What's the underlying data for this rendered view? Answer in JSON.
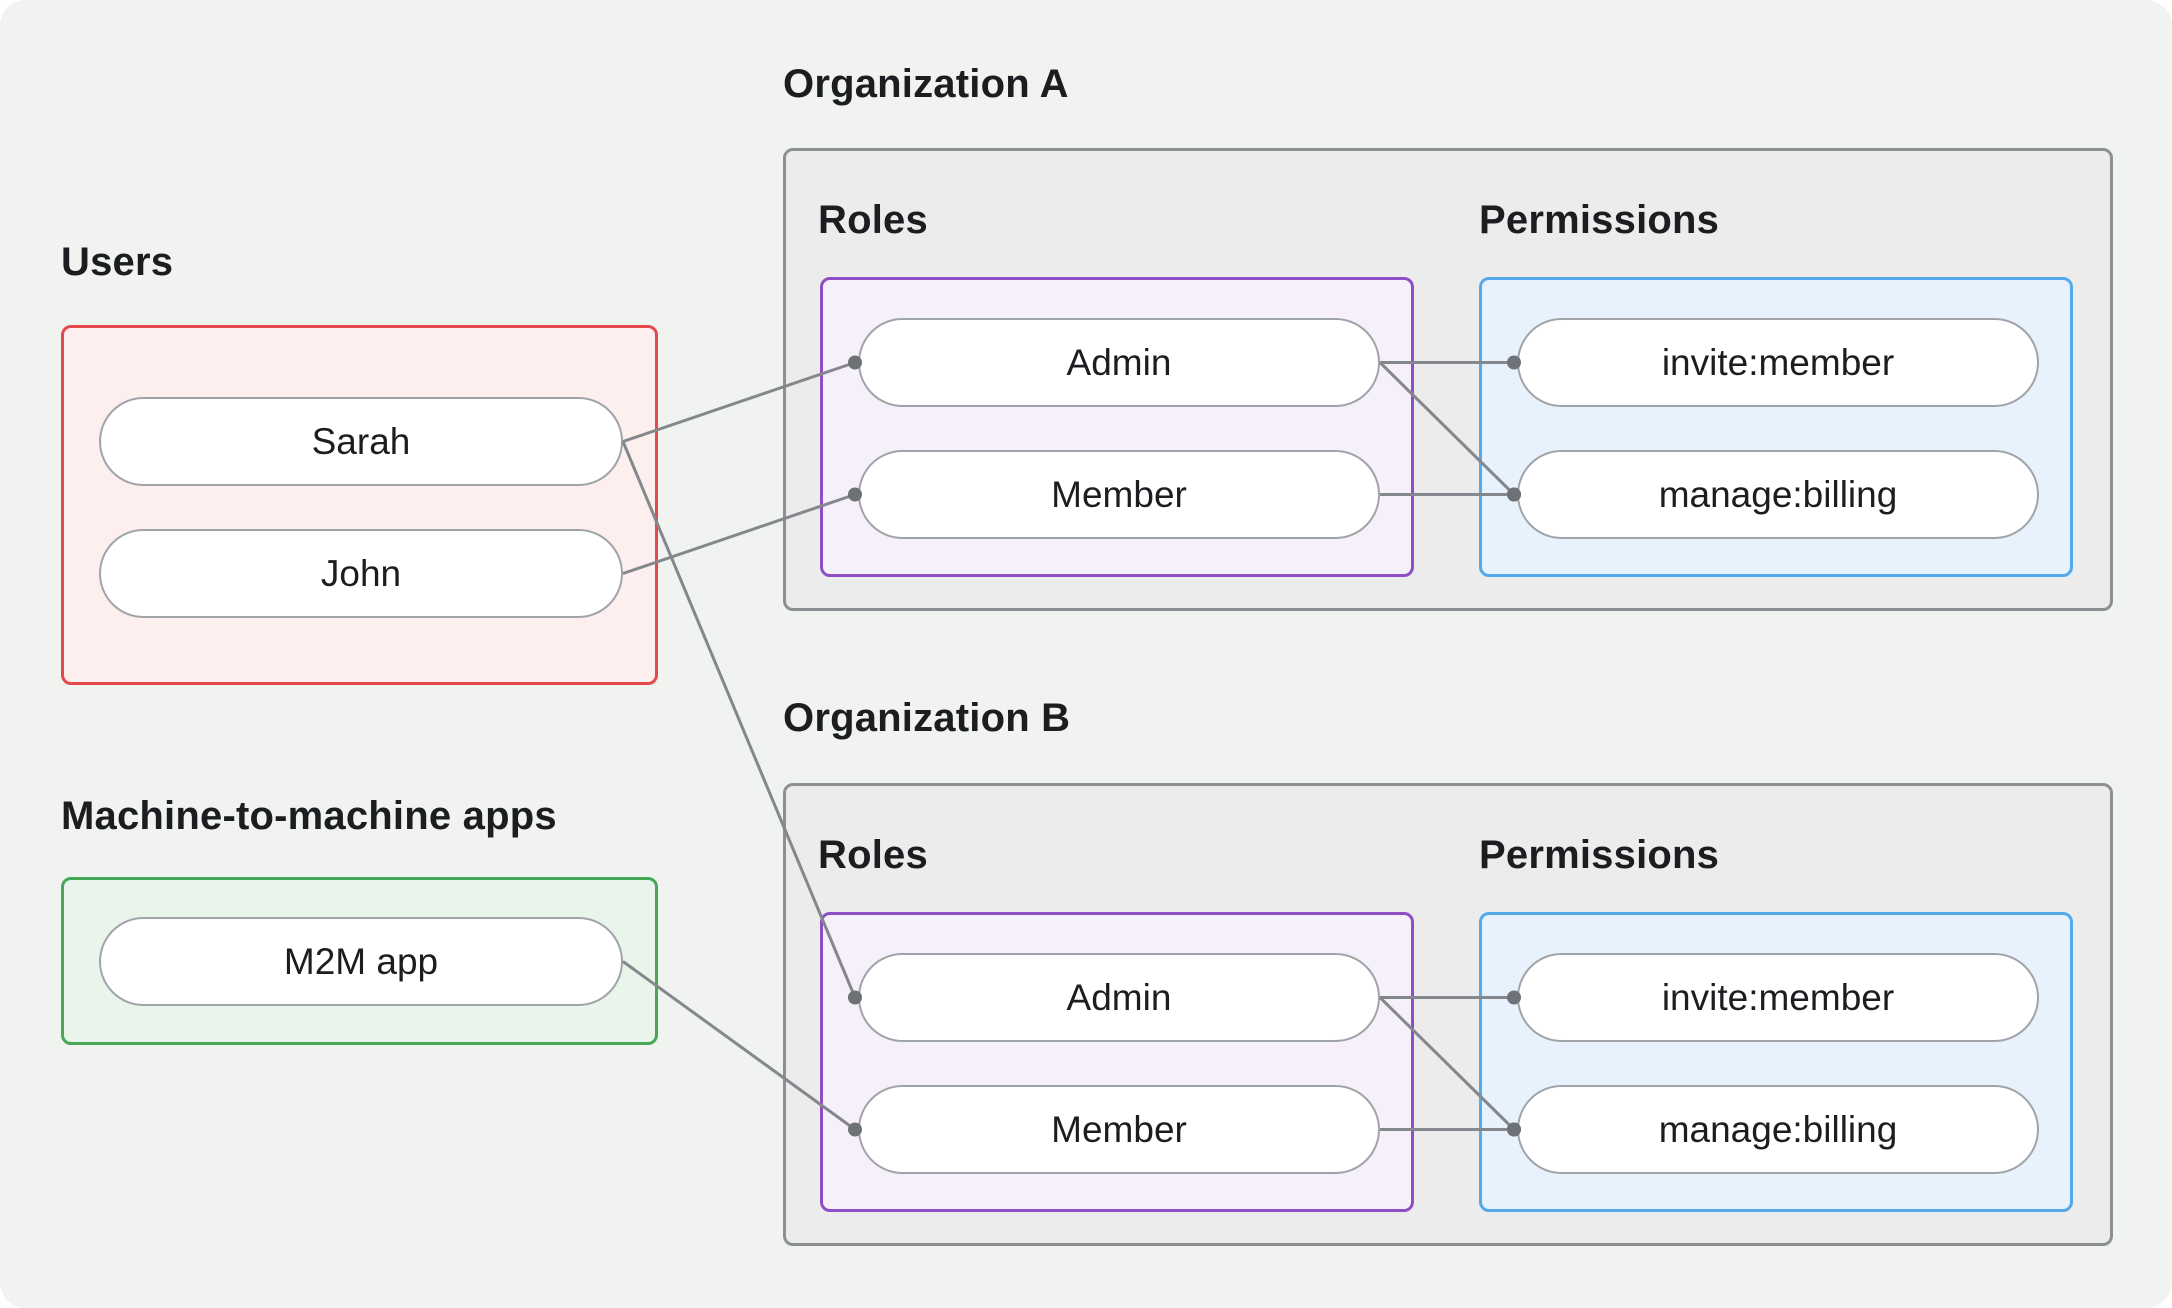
{
  "users": {
    "label": "Users",
    "border_color": "#e5484d",
    "fill_color": "#fcefed",
    "items": [
      {
        "id": "sarah",
        "label": "Sarah"
      },
      {
        "id": "john",
        "label": "John"
      }
    ]
  },
  "m2m": {
    "label": "Machine-to-machine apps",
    "border_color": "#46a758",
    "fill_color": "#e9f5eb",
    "items": [
      {
        "id": "m2m-app",
        "label": "M2M app"
      }
    ]
  },
  "organizations": [
    {
      "id": "orgA",
      "label": "Organization A",
      "roles_label": "Roles",
      "permissions_label": "Permissions",
      "roles": [
        {
          "id": "orgA-admin",
          "label": "Admin"
        },
        {
          "id": "orgA-member",
          "label": "Member"
        }
      ],
      "permissions": [
        {
          "id": "orgA-invite",
          "label": "invite:member"
        },
        {
          "id": "orgA-manage",
          "label": "manage:billing"
        }
      ]
    },
    {
      "id": "orgB",
      "label": "Organization B",
      "roles_label": "Roles",
      "permissions_label": "Permissions",
      "roles": [
        {
          "id": "orgB-admin",
          "label": "Admin"
        },
        {
          "id": "orgB-member",
          "label": "Member"
        }
      ],
      "permissions": [
        {
          "id": "orgB-invite",
          "label": "invite:member"
        },
        {
          "id": "orgB-manage",
          "label": "manage:billing"
        }
      ]
    }
  ],
  "edges": [
    {
      "from": "sarah",
      "to": "orgA-admin"
    },
    {
      "from": "sarah",
      "to": "orgB-admin"
    },
    {
      "from": "john",
      "to": "orgA-member"
    },
    {
      "from": "m2m-app",
      "to": "orgB-member"
    },
    {
      "from": "orgA-admin",
      "to": "orgA-invite"
    },
    {
      "from": "orgA-admin",
      "to": "orgA-manage"
    },
    {
      "from": "orgA-member",
      "to": "orgA-manage"
    },
    {
      "from": "orgB-admin",
      "to": "orgB-invite"
    },
    {
      "from": "orgB-admin",
      "to": "orgB-manage"
    },
    {
      "from": "orgB-member",
      "to": "orgB-manage"
    }
  ],
  "colors": {
    "background": "#f0f3f0",
    "users_border": "#e5484d",
    "m2m_border": "#46a758",
    "org_border": "#8d9093",
    "org_fill": "#ececec",
    "roles_border": "#8e4ec6",
    "roles_fill": "#f6f0fb",
    "permissions_border": "#54a9eb",
    "permissions_fill": "#e7f2fc",
    "line": "#84878b",
    "dot": "#6e7276"
  }
}
